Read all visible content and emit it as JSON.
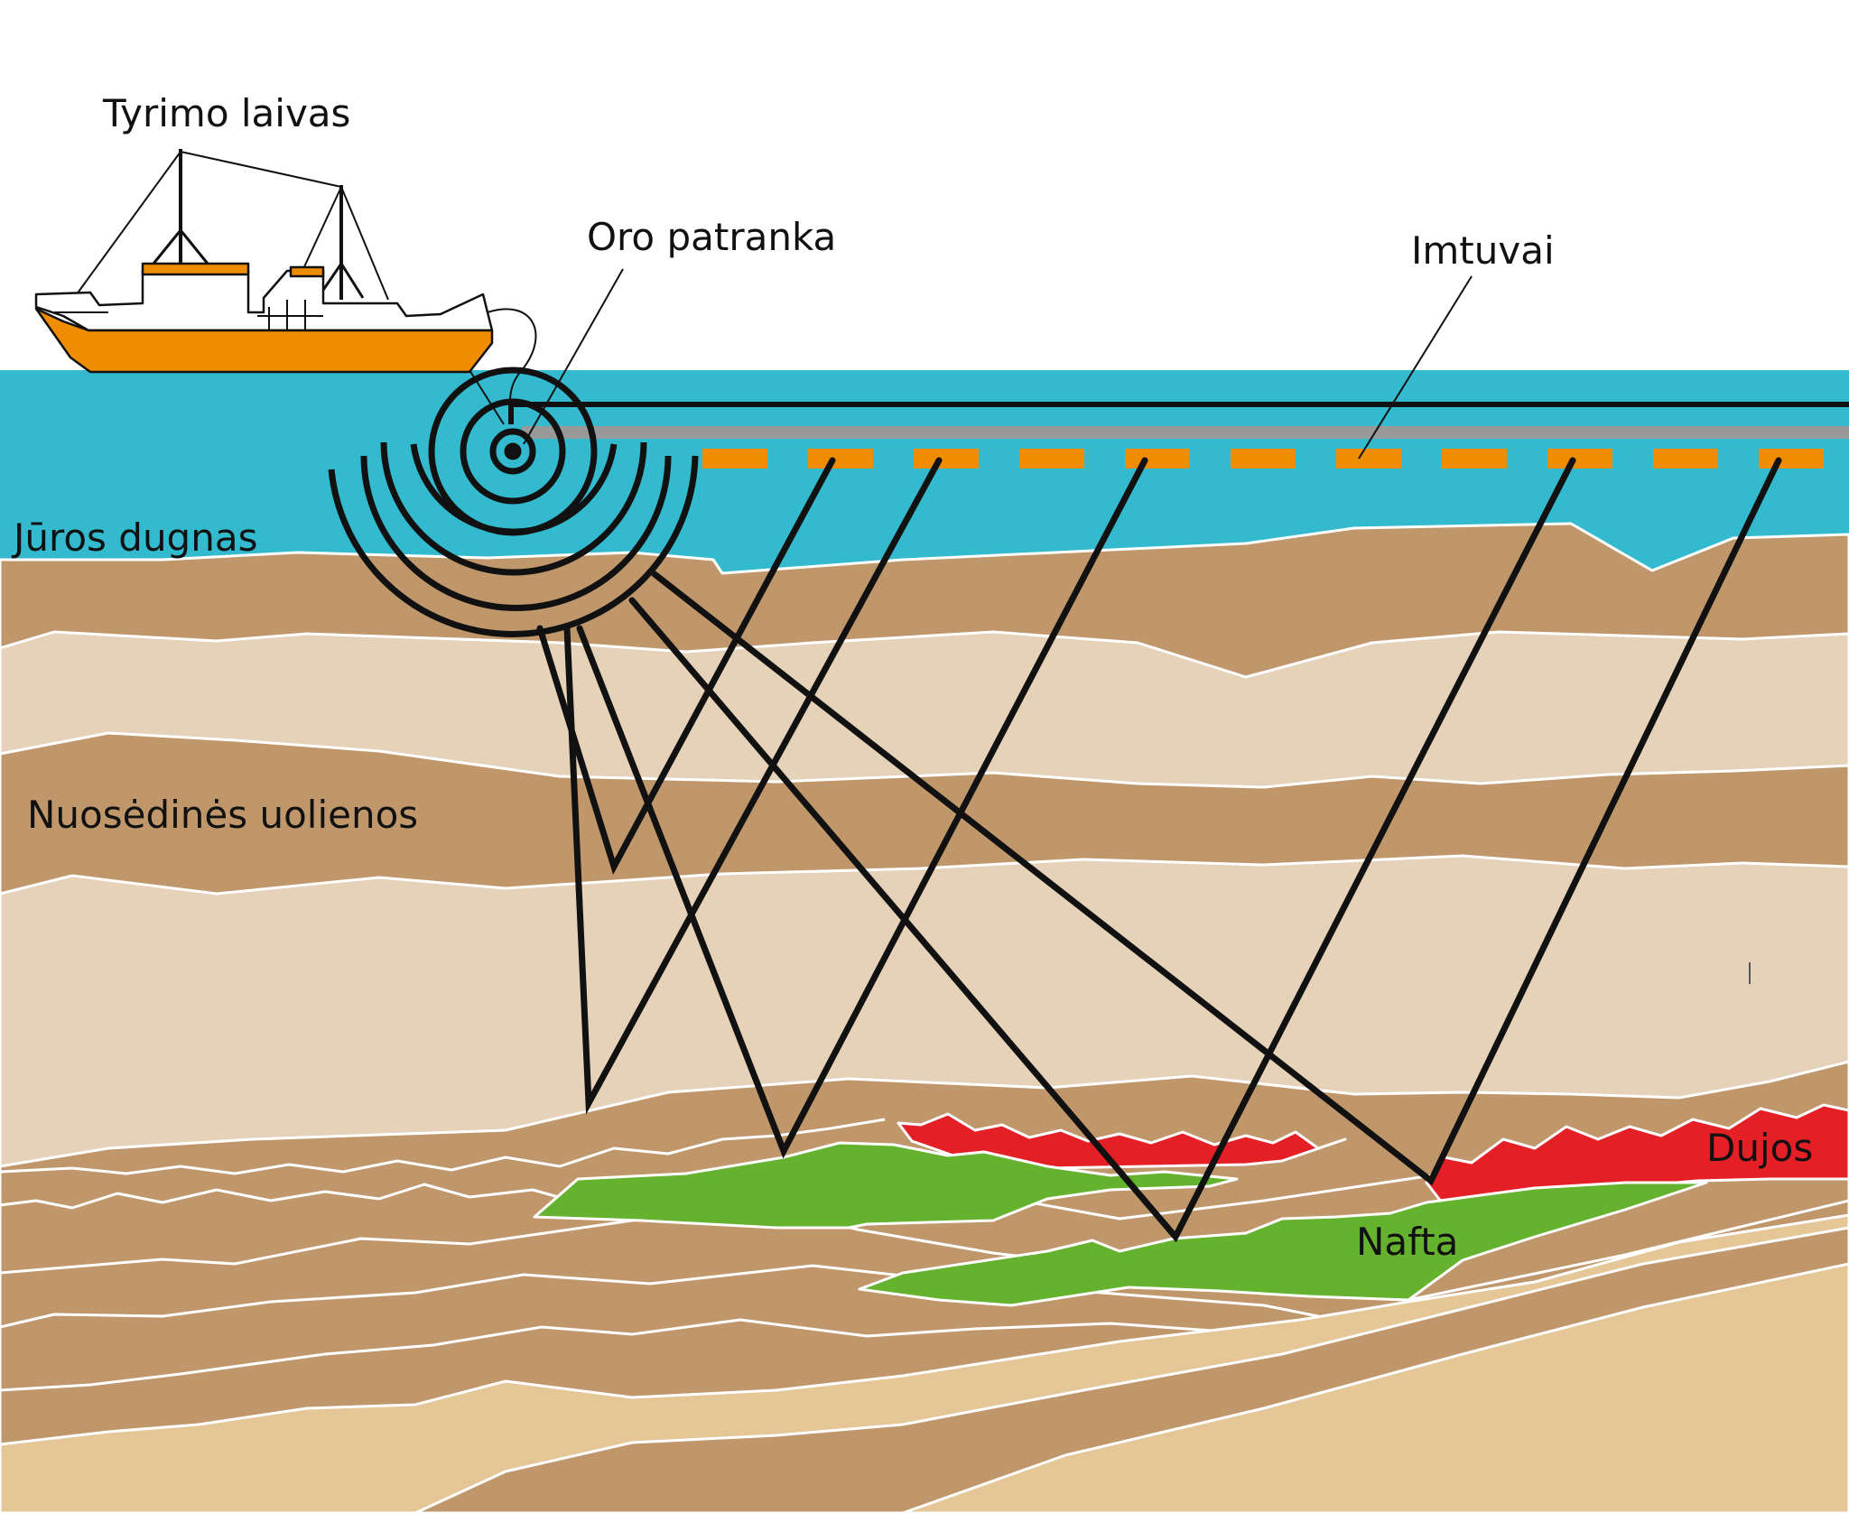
{
  "labels": {
    "ship": "Tyrimo laivas",
    "air_gun": "Oro patranka",
    "receivers": "Imtuvai",
    "seabed": "Jūros dugnas",
    "sedimentary": "Nuosėdinės uolienos",
    "gas": "Dujos",
    "oil": "Nafta"
  },
  "colors": {
    "water": "#33bace",
    "sediment_dark": "#c0976b",
    "sediment_light": "#e5d2b8",
    "sediment_sand": "#e5c697",
    "ship_hull": "#f08c00",
    "receiver": "#f08c00",
    "oil": "#65b22e",
    "gas": "#e41f26",
    "cable": "#999999"
  },
  "icons": {
    "ship": "research-vessel-icon",
    "source": "air-gun-icon"
  }
}
